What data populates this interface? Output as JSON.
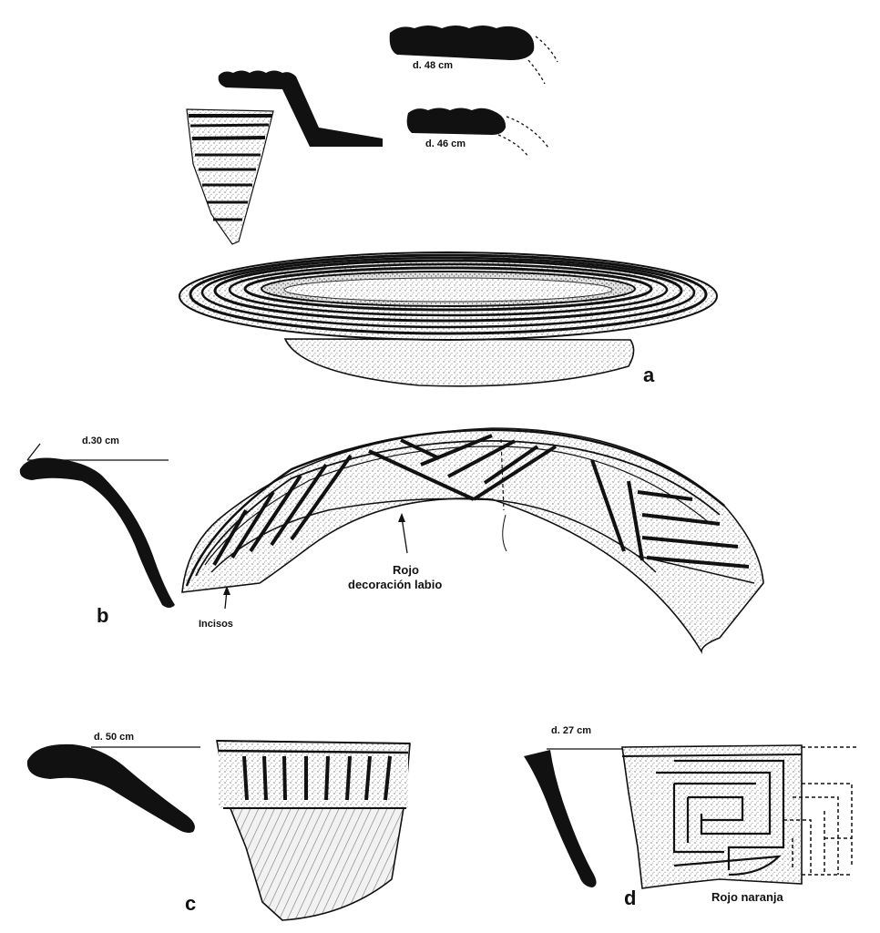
{
  "figures": {
    "a": {
      "letter": "a",
      "diam_1": "d. 48 cm",
      "diam_2": "d. 46 cm"
    },
    "b": {
      "letter": "b",
      "diam": "d.30 cm",
      "note_red_1": "Rojo",
      "note_red_2": "decoración labio",
      "note_incised": "Incisos"
    },
    "c": {
      "letter": "c",
      "diam": "d. 50 cm"
    },
    "d": {
      "letter": "d",
      "diam": "d. 27 cm",
      "note_color": "Rojo naranja"
    }
  },
  "colors": {
    "ink": "#111111",
    "shade": "#c9c9c9",
    "paper": "#ffffff"
  }
}
